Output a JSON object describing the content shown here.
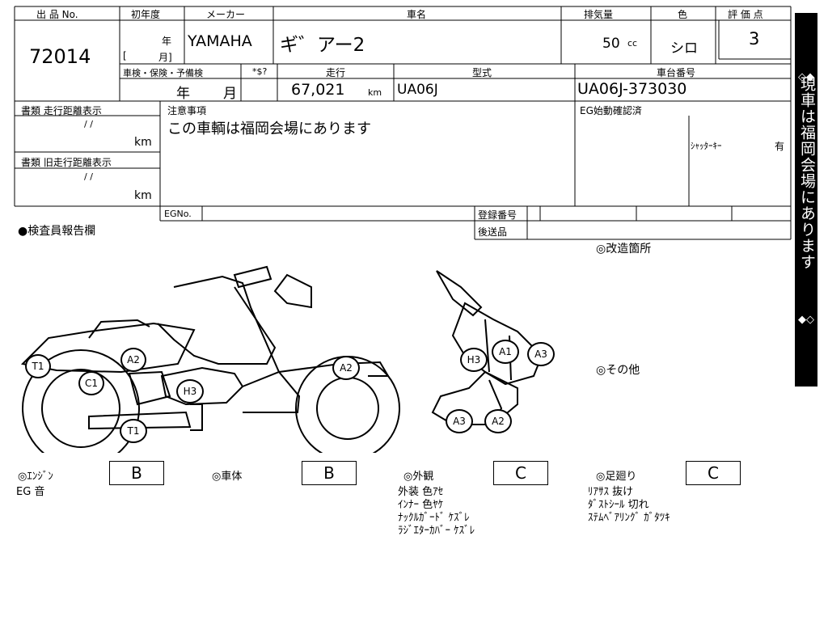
{
  "header": {
    "lot_no_label": "出 品 No.",
    "lot_no": "72014",
    "first_reg_label": "初年度",
    "year_suffix": "年",
    "month_prefix": "[",
    "month_suffix": "月]",
    "maker_label": "メーカー",
    "maker": "YAMAHA",
    "model_name_label": "車名",
    "model_name": "ギ゛アー2",
    "displacement_label": "排気量",
    "displacement": "50",
    "displacement_unit": "cc",
    "color_label": "色",
    "color": "シロ",
    "grade_label": "評 価 点",
    "grade": "3"
  },
  "row2": {
    "inspection_label": "車検・保険・予備検",
    "inspection_year": "年",
    "inspection_month": "月",
    "dollar_label": "*$?",
    "mileage_label": "走行",
    "mileage": "67,021",
    "mileage_unit": "km",
    "type_label": "型式",
    "type": "UA06J",
    "frame_label": "車台番号",
    "frame": "UA06J-373030"
  },
  "docs": {
    "doc1_label": "書類 走行距離表示",
    "doc1_slashes": "/  /",
    "doc1_unit": "km",
    "doc2_label": "書類 旧走行距離表示",
    "doc2_slashes": "/  /",
    "doc2_unit": "km"
  },
  "notes": {
    "label": "注意事項",
    "text": "この車輌は福岡会場にあります",
    "eg_start_label": "EG始動確認済",
    "shutter_key_label": "ｼｬｯﾀｰｷｰ",
    "shutter_key_value": "有",
    "egno_label": "EGNo.",
    "reg_no_label": "登録番号",
    "rear_label": "後送品"
  },
  "inspector_label": "●検査員報告欄",
  "modification_label": "◎改造箇所",
  "other_label": "◎その他",
  "side_band": {
    "top_diamonds": "◇◆",
    "text": "現車は福岡会場にあります",
    "bottom_diamonds": "◆◇"
  },
  "damage_marks": [
    {
      "code": "T1"
    },
    {
      "code": "A2"
    },
    {
      "code": "C1"
    },
    {
      "code": "H3"
    },
    {
      "code": "A2"
    },
    {
      "code": "T1"
    },
    {
      "code": "H3"
    },
    {
      "code": "A1"
    },
    {
      "code": "A3"
    },
    {
      "code": "A3"
    },
    {
      "code": "A2"
    }
  ],
  "grades": {
    "engine_label": "◎ｴﾝｼﾞﾝ",
    "engine": "B",
    "body_label": "◎車体",
    "body": "B",
    "exterior_label": "◎外観",
    "exterior": "C",
    "suspension_label": "◎足廻り",
    "suspension": "C"
  },
  "engine_notes": [
    "EG 音"
  ],
  "exterior_notes": [
    "外装 色ｱｾ",
    "ｲﾝﾅｰ 色ﾔｹ",
    "ﾅｯｸﾙｶﾞｰﾄﾞ ｹｽﾞﾚ",
    "ﾗｼﾞｴﾀｰｶﾊﾞｰ ｹｽﾞﾚ"
  ],
  "suspension_notes": [
    "ﾘｱｻｽ 抜け",
    "ﾀﾞｽﾄｼｰﾙ 切れ",
    "ｽﾃﾑﾍﾞｱﾘﾝｸﾞ ｶﾞﾀﾂｷ"
  ]
}
